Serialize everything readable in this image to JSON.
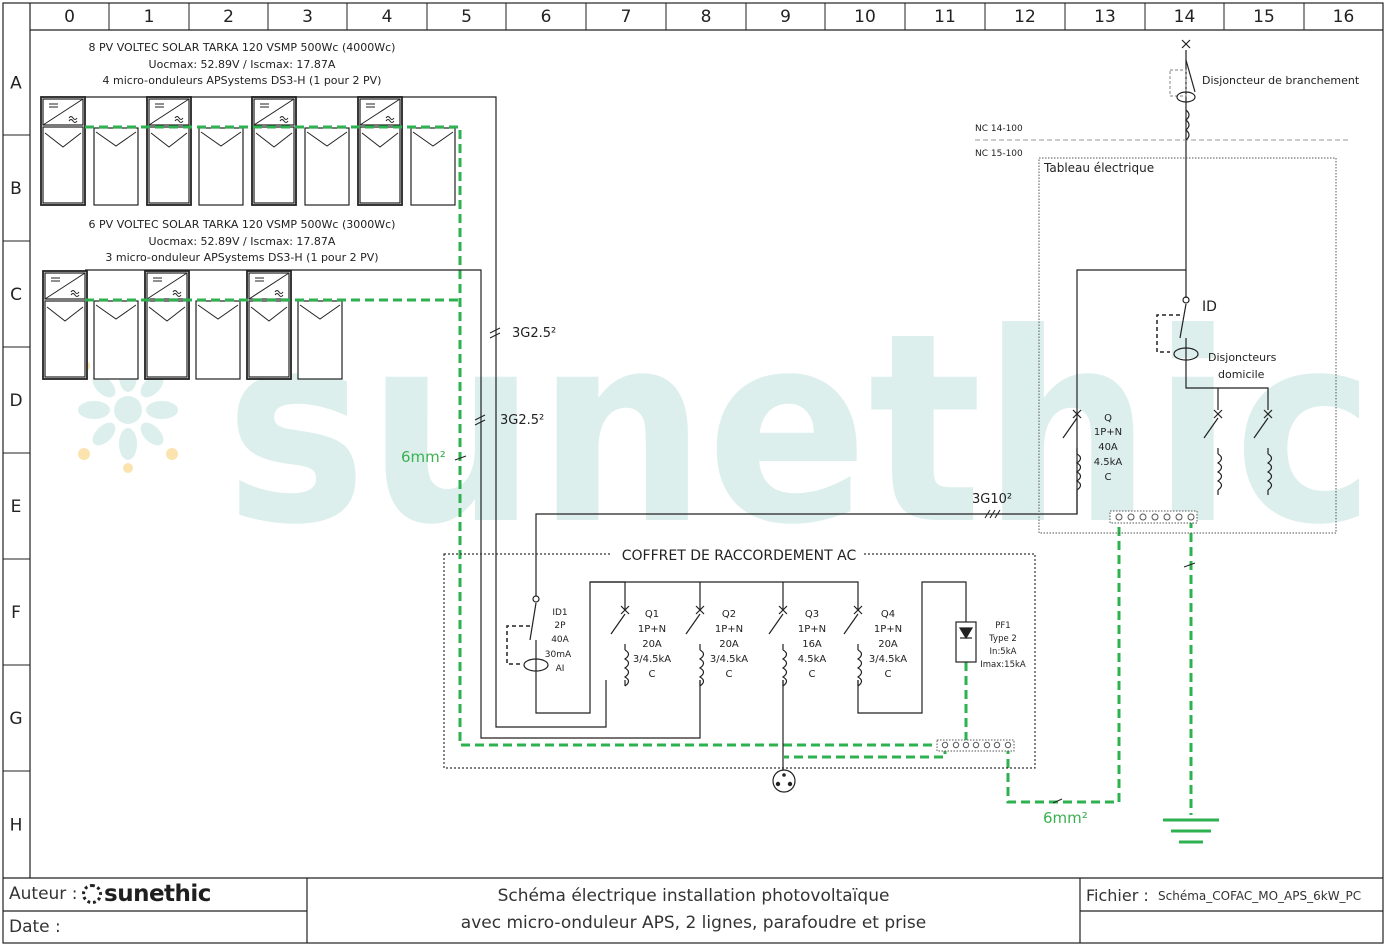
{
  "grid": {
    "columns": [
      "0",
      "1",
      "2",
      "3",
      "4",
      "5",
      "6",
      "7",
      "8",
      "9",
      "10",
      "11",
      "12",
      "13",
      "14",
      "15",
      "16"
    ],
    "rows": [
      "A",
      "B",
      "C",
      "D",
      "E",
      "F",
      "G",
      "H"
    ]
  },
  "colors": {
    "line": "#222222",
    "earth": "#2eb24f",
    "earth_text": "#3ab150",
    "watermark": "#dcefec",
    "watermark_leaf": "#fbe3b0"
  },
  "watermark": {
    "text": "sunethic"
  },
  "pv_array_1": {
    "line1": "8 PV VOLTEC SOLAR TARKA 120 VSMP 500Wc (4000Wc)",
    "line2": "Uocmax: 52.89V / Iscmax: 17.87A",
    "line3": "4 micro-onduleurs APSystems DS3-H (1 pour 2 PV)"
  },
  "pv_array_2": {
    "line1": "6 PV VOLTEC SOLAR TARKA 120 VSMP 500Wc (3000Wc)",
    "line2": "Uocmax: 52.89V / Iscmax: 17.87A",
    "line3": "3 micro-onduleur APSystems DS3-H (1 pour 2 PV)"
  },
  "cables": {
    "line1_cable": "3G2.5²",
    "line2_cable": "3G2.5²",
    "earth_pv": "6mm²",
    "main_cable": "3G10²",
    "earth_main": "6mm²"
  },
  "grid_connection": {
    "branch_breaker": "Disjoncteur de branchement",
    "nc_upper": "NC 14-100",
    "nc_lower": "NC 15-100"
  },
  "panel": {
    "title": "Tableau électrique",
    "id_label": "ID",
    "home_breakers_line1": "Disjoncteurs",
    "home_breakers_line2": "domicile",
    "q_label": [
      "Q",
      "1P+N",
      "40A",
      "4.5kA",
      "C"
    ]
  },
  "coffret": {
    "title": "COFFRET DE RACCORDEMENT AC",
    "id1": [
      "ID1",
      "2P",
      "40A",
      "30mA",
      "AI"
    ],
    "q1": [
      "Q1",
      "1P+N",
      "20A",
      "3/4.5kA",
      "C"
    ],
    "q2": [
      "Q2",
      "1P+N",
      "20A",
      "3/4.5kA",
      "C"
    ],
    "q3": [
      "Q3",
      "1P+N",
      "16A",
      "4.5kA",
      "C"
    ],
    "q4": [
      "Q4",
      "1P+N",
      "20A",
      "3/4.5kA",
      "C"
    ],
    "pf1": [
      "PF1",
      "Type 2",
      "In:5kA",
      "Imax:15kA"
    ]
  },
  "title_block": {
    "author_label": "Auteur :",
    "author_logo": "sunethic",
    "date_label": "Date :",
    "title_line1": "Schéma électrique installation photovoltaïque",
    "title_line2": "avec micro-onduleur APS, 2 lignes, parafoudre et prise",
    "file_label": "Fichier :",
    "file_name": "Schéma_COFAC_MO_APS_6kW_PC"
  }
}
